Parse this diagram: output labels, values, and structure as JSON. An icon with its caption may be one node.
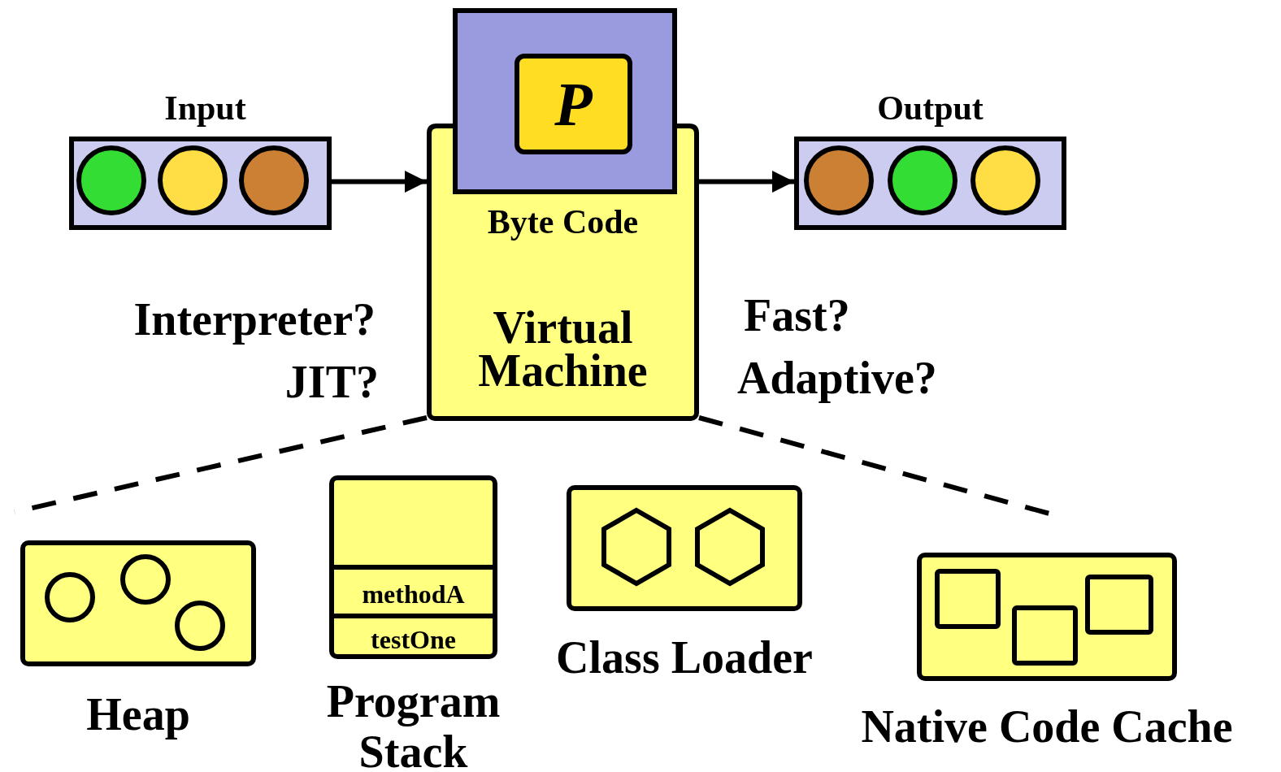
{
  "diagram": {
    "nodes": [
      {
        "text": [
          "Input"
        ]
      },
      {
        "text": [
          "Byte Code",
          "Virtual Machine"
        ]
      },
      {
        "text": [],
        "shape": "box"
      },
      {
        "text": [
          "P"
        ],
        "in": 2
      },
      {
        "text": [
          "Output"
        ]
      },
      {
        "text": [
          "Heap"
        ]
      },
      {
        "text": [
          "Program Stack"
        ]
      },
      {
        "text": [
          "methodA"
        ],
        "in": 6
      },
      {
        "text": [
          "testOne"
        ],
        "in": 6
      },
      {
        "text": [
          "Class Loader"
        ]
      },
      {
        "text": [
          "Native Code Cache"
        ]
      }
    ],
    "edges": [
      {
        "from": 0,
        "to": 1,
        "arrow": "to"
      },
      {
        "from": 1,
        "to": 4,
        "arrow": "to"
      },
      {
        "from": 1,
        "to": null,
        "arrow": "none",
        "style": "dashed"
      },
      {
        "from": 1,
        "to": null,
        "arrow": "none",
        "style": "dashed"
      }
    ],
    "labels": [
      "Interpreter?",
      "JIT?",
      "Fast?",
      "Adaptive?"
    ]
  }
}
